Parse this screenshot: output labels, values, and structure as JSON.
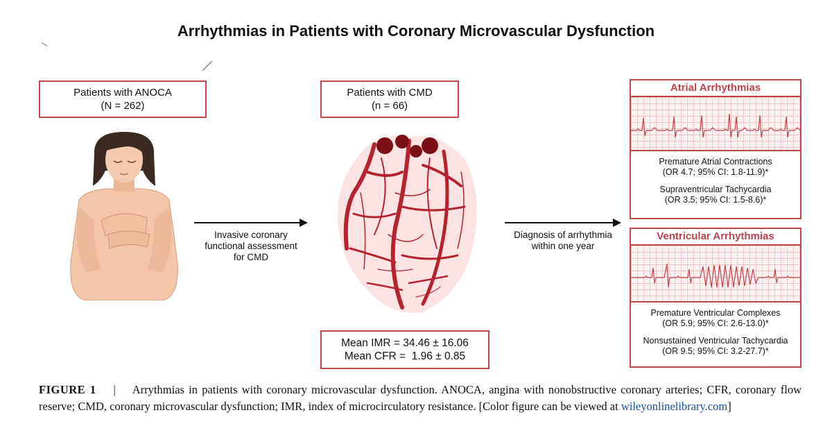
{
  "title": "Arrhythmias in Patients with Coronary Microvascular Dysfunction",
  "left_box": {
    "line1": "Patients with ANOCA",
    "line2": "(N = 262)"
  },
  "middle_box": {
    "line1": "Patients with CMD",
    "line2": "(n = 66)"
  },
  "arrow1": {
    "line1": "Invasive coronary",
    "line2": "functional assessment",
    "line3": "for CMD"
  },
  "arrow2": {
    "line1": "Diagnosis of arrhythmia",
    "line2": "within one year"
  },
  "measures": {
    "line1": "Mean IMR = 34.46 ± 16.06",
    "line2": "Mean CFR =  1.96 ± 0.85"
  },
  "atrial": {
    "heading": "Atrial Arrhythmias",
    "item1_name": "Premature Atrial Contractions",
    "item1_stat": "(OR 4.7; 95% CI: 1.8-11.9)*",
    "item2_name": "Supraventricular Tachycardia",
    "item2_stat": "(OR 3.5; 95% CI: 1.5-8.6)*"
  },
  "ventricular": {
    "heading": "Ventricular Arrhythmias",
    "item1_name": "Premature Ventricular Complexes",
    "item1_stat": "(OR 5.9; 95% CI: 2.6-13.0)*",
    "item2_name": "Nonsustained Ventricular Tachycardia",
    "item2_stat": "(OR 9.5; 95% CI: 3.2-27.7)*"
  },
  "caption": {
    "label": "FIGURE 1",
    "separator": "|",
    "text": "Arrythmias in patients with coronary microvascular dysfunction. ANOCA, angina with nonobstructive coronary arteries; CFR, coronary flow reserve; CMD, coronary microvascular dysfunction; IMR, index of microcirculatory resistance. [Color figure can be viewed at ",
    "link": "wileyonlinelibrary.com",
    "end": "]"
  },
  "colors": {
    "accent": "#c0444a",
    "ecg_line": "#c0444a",
    "grid": "#f1c4c4",
    "heart": "#b5242e",
    "skin": "#f2c6a6",
    "hair": "#3b2a22",
    "link": "#1a4f9c"
  },
  "icons": {
    "patient": "person-hands-on-chest-illustration",
    "heart": "coronary-vasculature-heart-illustration"
  }
}
